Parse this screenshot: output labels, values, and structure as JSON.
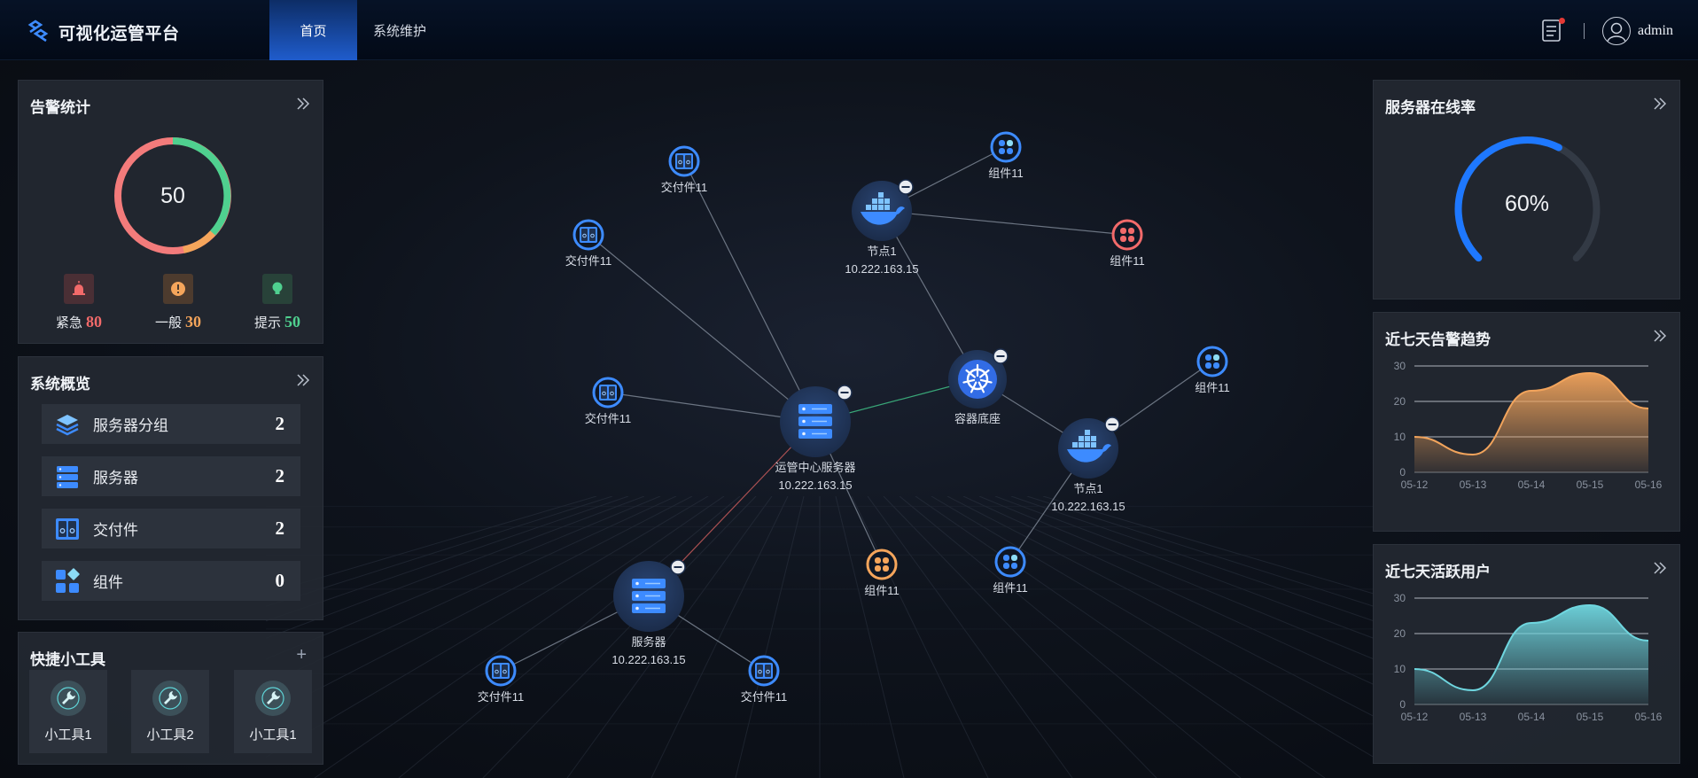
{
  "header": {
    "app_title": "可视化运管平台",
    "nav": [
      {
        "label": "首页",
        "active": true
      },
      {
        "label": "系统维护",
        "active": false
      }
    ],
    "username": "admin"
  },
  "alarm_stats": {
    "title": "告警统计",
    "total": "50",
    "items": [
      {
        "label": "紧急",
        "value": "80",
        "color": "#f26a6a"
      },
      {
        "label": "一般",
        "value": "30",
        "color": "#f5a55b"
      },
      {
        "label": "提示",
        "value": "50",
        "color": "#4fd08f"
      }
    ]
  },
  "system_overview": {
    "title": "系统概览",
    "items": [
      {
        "label": "服务器分组",
        "count": "2",
        "icon": "layers-icon"
      },
      {
        "label": "服务器",
        "count": "2",
        "icon": "server-icon"
      },
      {
        "label": "交付件",
        "count": "2",
        "icon": "package-icon"
      },
      {
        "label": "组件",
        "count": "0",
        "icon": "component-icon"
      }
    ]
  },
  "quick_tools": {
    "title": "快捷小工具",
    "add_label": "+",
    "items": [
      {
        "label": "小工具1"
      },
      {
        "label": "小工具2"
      },
      {
        "label": "小工具1"
      }
    ]
  },
  "server_online": {
    "title": "服务器在线率",
    "value": 60,
    "value_text": "60%"
  },
  "alarm_trend": {
    "title": "近七天告警趋势",
    "chart_data": {
      "type": "area",
      "x": [
        "05-12",
        "05-13",
        "05-14",
        "05-15",
        "05-16"
      ],
      "values": [
        10,
        5,
        23,
        28,
        18
      ],
      "yticks": [
        0,
        10,
        20,
        30
      ],
      "ylim": [
        0,
        30
      ],
      "color": "#f2a45c"
    }
  },
  "active_users": {
    "title": "近七天活跃用户",
    "chart_data": {
      "type": "area",
      "x": [
        "05-12",
        "05-13",
        "05-14",
        "05-15",
        "05-16"
      ],
      "values": [
        10,
        4,
        23,
        28,
        18
      ],
      "yticks": [
        0,
        10,
        20,
        30
      ],
      "ylim": [
        0,
        30
      ],
      "color": "#6fd6df"
    }
  },
  "topology": {
    "nodes": [
      {
        "id": "center",
        "label": "运管中心服务器",
        "ip": "10.222.163.15",
        "type": "server-big"
      },
      {
        "id": "container",
        "label": "容器底座",
        "type": "k8s"
      },
      {
        "id": "node1a",
        "label": "节点1",
        "ip": "10.222.163.15",
        "type": "docker"
      },
      {
        "id": "node1b",
        "label": "节点1",
        "ip": "10.222.163.15",
        "type": "docker"
      },
      {
        "id": "server",
        "label": "服务器",
        "ip": "10.222.163.15",
        "type": "server-big"
      },
      {
        "id": "d1",
        "label": "交付件11",
        "type": "package"
      },
      {
        "id": "d2",
        "label": "交付件11",
        "type": "package"
      },
      {
        "id": "d3",
        "label": "交付件11",
        "type": "package"
      },
      {
        "id": "d4",
        "label": "交付件11",
        "type": "package"
      },
      {
        "id": "d5",
        "label": "交付件11",
        "type": "package"
      },
      {
        "id": "c1",
        "label": "组件11",
        "type": "component"
      },
      {
        "id": "c2",
        "label": "组件11",
        "type": "component-red"
      },
      {
        "id": "c3",
        "label": "组件11",
        "type": "component"
      },
      {
        "id": "c4",
        "label": "组件11",
        "type": "component"
      },
      {
        "id": "c5",
        "label": "组件11",
        "type": "component-orange"
      }
    ]
  }
}
